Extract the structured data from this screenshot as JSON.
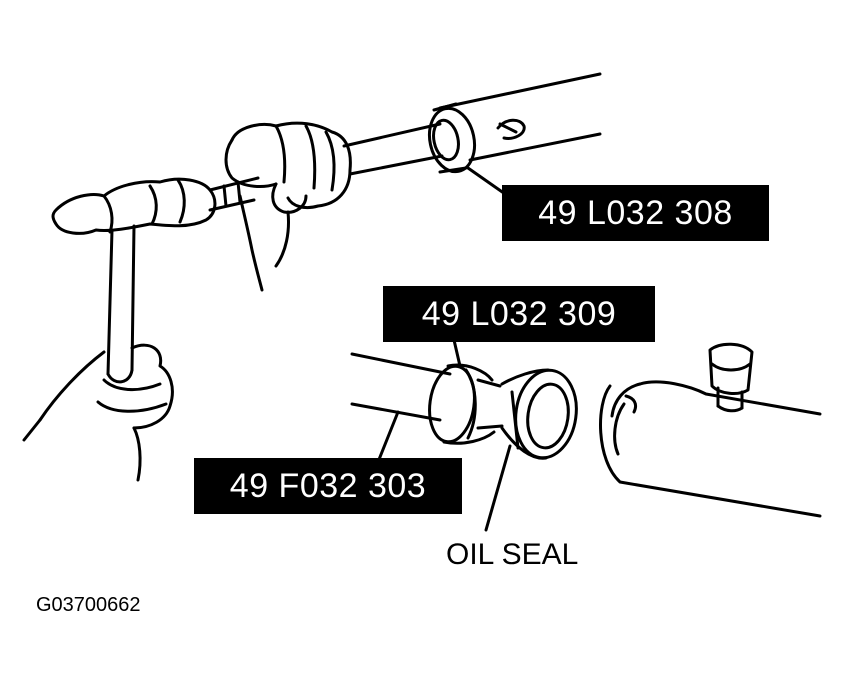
{
  "figure": {
    "tool_labels": {
      "tool_308": "49 L032 308",
      "tool_309": "49 L032 309",
      "tool_303": "49 F032 303"
    },
    "part_label": "OIL SEAL",
    "figure_id": "G03700662"
  },
  "colors": {
    "ink": "#000000",
    "paper": "#ffffff",
    "tag_text": "#ffffff"
  },
  "icons": [
    "hammer-icon",
    "hand-icon",
    "oil-seal-icon"
  ]
}
